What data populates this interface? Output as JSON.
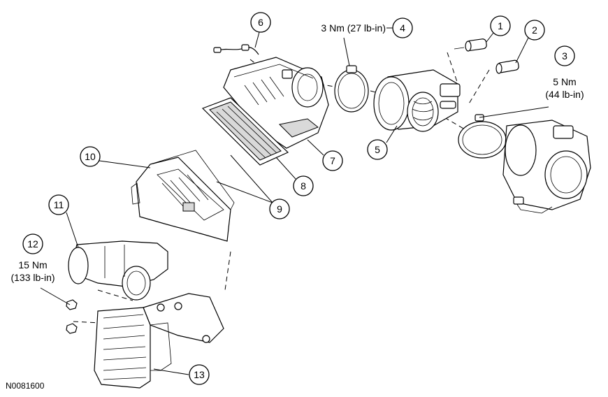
{
  "figure_id": "N0081600",
  "callouts": [
    {
      "id": "1",
      "label": "1"
    },
    {
      "id": "2",
      "label": "2"
    },
    {
      "id": "3",
      "label": "3",
      "spec_line1": "5 Nm",
      "spec_line2": "(44 lb-in)"
    },
    {
      "id": "4",
      "label": "4",
      "spec": "3 Nm (27 lb-in)"
    },
    {
      "id": "5",
      "label": "5"
    },
    {
      "id": "6",
      "label": "6"
    },
    {
      "id": "7",
      "label": "7"
    },
    {
      "id": "8",
      "label": "8"
    },
    {
      "id": "9",
      "label": "9"
    },
    {
      "id": "10",
      "label": "10"
    },
    {
      "id": "11",
      "label": "11"
    },
    {
      "id": "12",
      "label": "12",
      "spec_line1": "15 Nm",
      "spec_line2": "(133 lb-in)"
    },
    {
      "id": "13",
      "label": "13"
    }
  ]
}
